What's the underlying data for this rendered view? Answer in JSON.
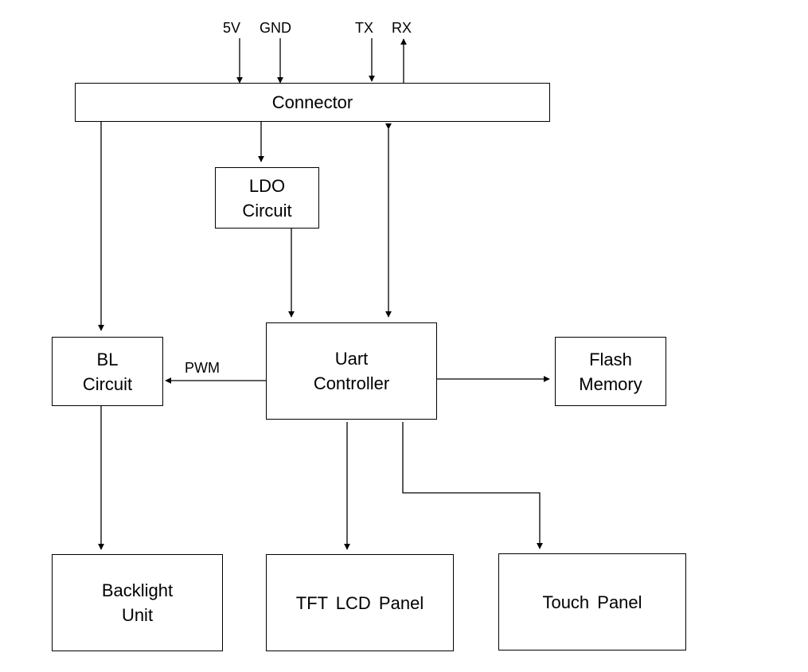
{
  "signals": {
    "v5": "5V",
    "gnd": "GND",
    "tx": "TX",
    "rx": "RX",
    "pwm": "PWM"
  },
  "blocks": {
    "connector": "Connector",
    "ldo": "LDO\nCircuit",
    "bl": "BL\nCircuit",
    "uart": "Uart\nController",
    "flash": "Flash\nMemory",
    "backlight": "Backlight\nUnit",
    "tft": "TFT  LCD  Panel",
    "touch": "Touch  Panel"
  },
  "colors": {
    "line": "#000000",
    "background": "#ffffff"
  }
}
